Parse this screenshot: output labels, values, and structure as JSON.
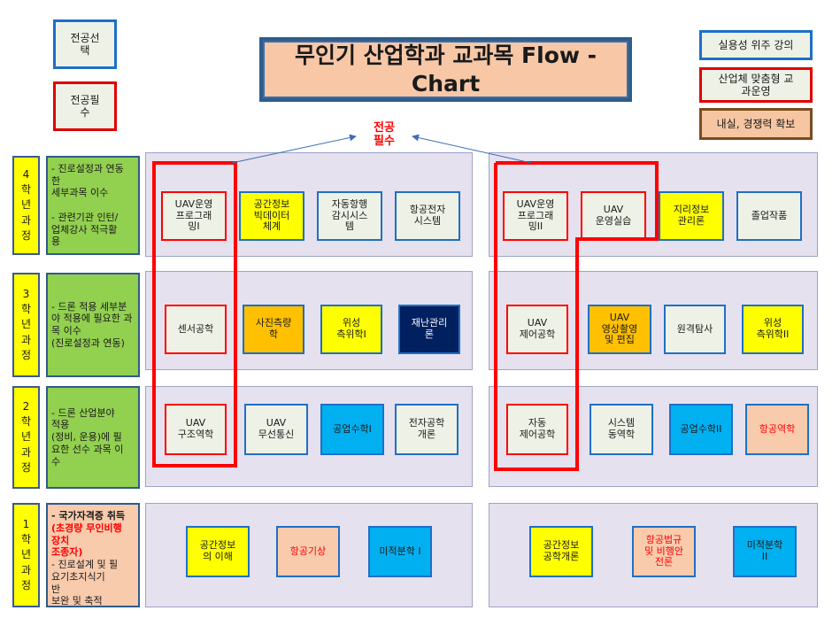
{
  "title": "무인기 산업학과 교과목 Flow -\nChart",
  "legend_left": {
    "elective": "전공선\n택",
    "required": "전공필\n수"
  },
  "legend_right": {
    "practical": "실용성 위주 강의",
    "industry": "산업체 맞춤형 교\n과운영",
    "competitiveness": "내실, 경쟁력 확보"
  },
  "required_label": "전공\n필수",
  "years": [
    {
      "label": "4\n학\n년\n과\n정",
      "description": " - 진로설정과 연동\n   한\n   세부과목 이수\n\n - 관련기관 인턴/\n   업체강사 적극활\n   용"
    },
    {
      "label": "3\n학\n년\n과\n정",
      "description": " - 드론 적용 세부분\n야 적용에 필요한 과\n목 이수\n  (진로설정과 연동)"
    },
    {
      "label": "2\n학\n년\n과\n정",
      "description": "  - 드론 산업분야\n적용\n(정비, 운용)에 필\n요한 선수 과목 이\n수"
    },
    {
      "label": "1\n학\n년\n과\n정",
      "description_head": " - 국가자격증 취득",
      "description_red": "(초경량  무인비행\n장치\n조종자)",
      "description_tail": " -  진로설계 및 필\n   요기초지식기\n   반\n   보완 및 축적"
    }
  ],
  "courses": {
    "y4_left": [
      "UAV운영\n프로그래\n밍I",
      "공간정보\n빅데이터\n체계",
      "자동항행\n감시시스\n템",
      "항공전자\n시스템"
    ],
    "y4_right": [
      "UAV운영\n프로그래\n밍II",
      "UAV\n운영실습",
      "지리정보\n관리론",
      "졸업작품"
    ],
    "y3_left": [
      "센서공학",
      "사진측량\n학",
      "위성\n측위학I",
      "재난관리\n론"
    ],
    "y3_right": [
      "UAV\n제어공학",
      "UAV\n영상촬영\n및 편집",
      "원격탐사",
      "위성\n측위학II"
    ],
    "y2_left": [
      "UAV\n구조역학",
      "UAV\n무선통신",
      "공업수학I",
      "전자공학\n개론"
    ],
    "y2_right": [
      "자동\n제어공학",
      "시스템\n동역학",
      "공업수학II",
      "항공역학"
    ],
    "y1_left": [
      "공간정보\n의 이해",
      "항공기상",
      "미적분학 I"
    ],
    "y1_right": [
      "공간정보\n공학개론",
      "항공법규\n및 비행안\n전론",
      "미적분학\nII"
    ]
  }
}
